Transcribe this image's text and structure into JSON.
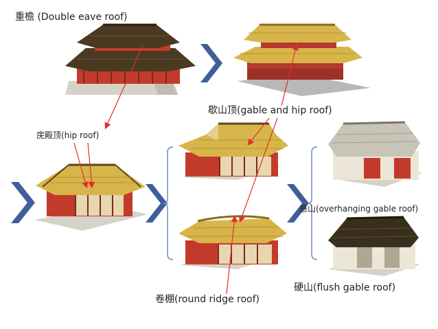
{
  "labels": {
    "double_eave": "重檐 (Double eave roof)",
    "gable_hip": "歇山顶(gable and hip roof)",
    "hip": "庑殿顶(hip roof)",
    "overhanging_gable": "悬山(overhanging gable roof)",
    "flush_gable": "硬山(flush gable roof)",
    "round_ridge": "卷棚(round ridge roof)"
  },
  "colors": {
    "chevron": "#3f5f9a",
    "bracket": "#6f8bbf",
    "pointer": "#e03030",
    "roof_yellow": "#d8b54a",
    "roof_dark": "#4a3a22",
    "roof_gray": "#c9c4b8",
    "wall_red": "#c23b2a",
    "base_gray": "#d6d2c9"
  },
  "icons": [
    "chevron-right-icon",
    "bracket-icon",
    "pointer-arrow-icon"
  ]
}
